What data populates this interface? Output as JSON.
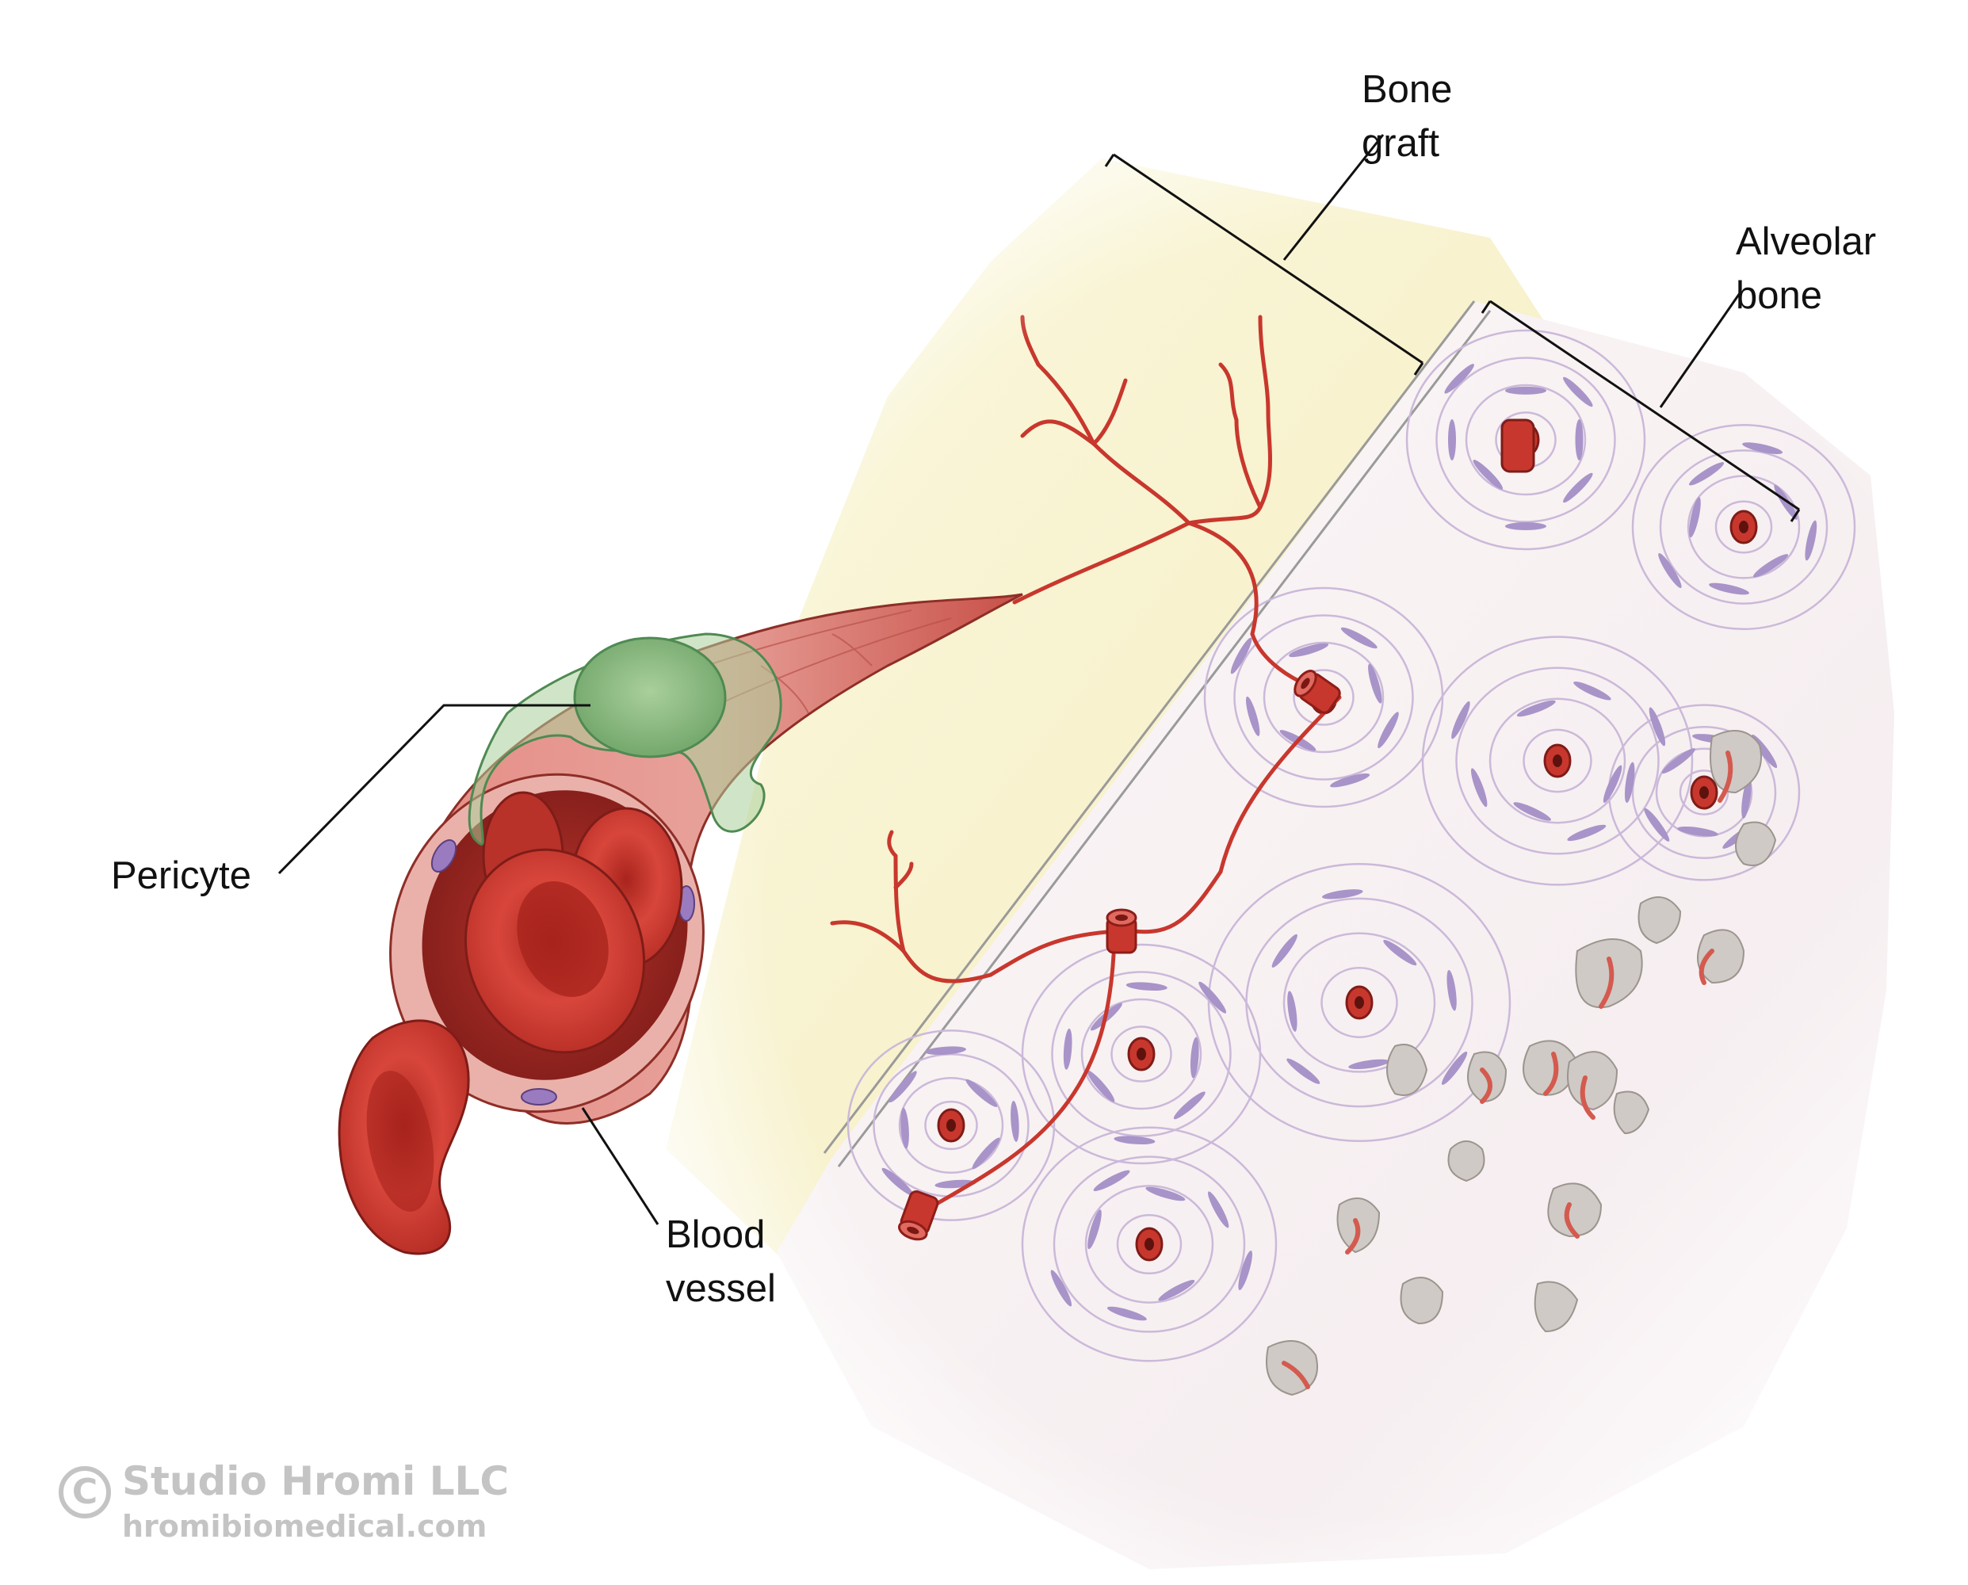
{
  "labels": {
    "bone_graft": [
      "Bone",
      "graft"
    ],
    "alveolar_bone": [
      "Alveolar",
      "bone"
    ],
    "pericyte": "Pericyte",
    "blood_vessel": [
      "Blood",
      "vessel"
    ]
  },
  "watermark": {
    "symbol": "C",
    "line1": "Studio Hromi LLC",
    "line2": "hromibiomedical.com"
  },
  "colors": {
    "vessel_red": "#c8372d",
    "vessel_pink": "#e9a29c",
    "pericyte_green": "#8fbf86",
    "nucleus_purple": "#9a7bbf",
    "bone_graft_yellow": "#f8f3cf",
    "bone_lavender": "#a894c8"
  }
}
